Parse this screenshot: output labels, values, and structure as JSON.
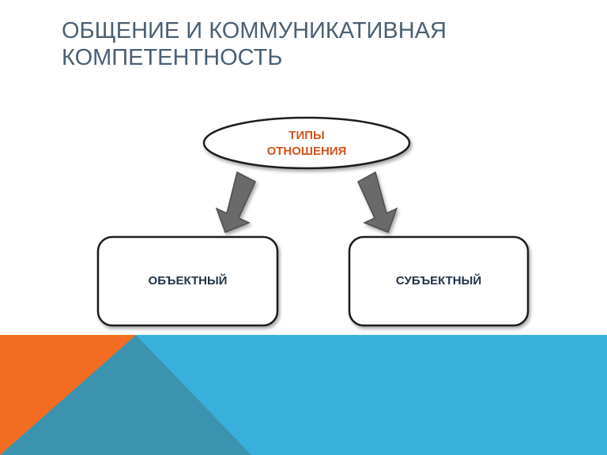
{
  "slide": {
    "title_line1": "ОБЩЕНИЕ И КОММУНИКАТИВНАЯ",
    "title_line2": "КОМПЕТЕНТНОСТЬ"
  },
  "diagram": {
    "root_label_line1": "ТИПЫ",
    "root_label_line2": "ОТНОШЕНИЯ",
    "left_box_label": "ОБЪЕКТНЫЙ",
    "right_box_label": "СУБЪЕКТНЫЙ"
  },
  "colors": {
    "title": "#4a5f73",
    "root_label": "#d2541c",
    "box_label": "#1f3347",
    "arrow_fill": "#6b6b6b",
    "footer_blue": "#39b0dc",
    "footer_orange": "#f26c22",
    "footer_teal": "#3c93b0"
  }
}
